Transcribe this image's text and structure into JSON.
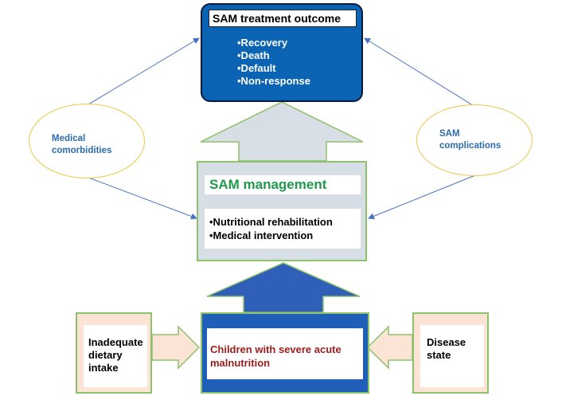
{
  "outcome": {
    "title": "SAM treatment outcome",
    "items": [
      "•Recovery",
      "•Death",
      "•Default",
      "•Non-response"
    ]
  },
  "management": {
    "title": "SAM management",
    "items": [
      "•Nutritional rehabilitation",
      "•Medical intervention"
    ]
  },
  "children": {
    "label_line1": "Children with severe acute",
    "label_line2": "malnutrition"
  },
  "left_input": {
    "line1": "Inadequate",
    "line2": "dietary",
    "line3": "intake"
  },
  "right_input": {
    "line1": "Disease",
    "line2": "state"
  },
  "left_factor": {
    "line1": "Medical",
    "line2": "comorbidities"
  },
  "right_factor": {
    "line1": "SAM",
    "line2": "complications"
  },
  "colors": {
    "outcome_fill": "#0b63b3",
    "management_fill": "#d7dee6",
    "children_fill": "#1f5fb8",
    "input_fill": "#fbe3d6",
    "green_border": "#8dc26a",
    "ellipse_border": "#f0c542",
    "factor_text": "#2b6cb0",
    "management_title": "#1e9a4a",
    "children_text": "#9b1c1c",
    "link_arrow": "#4a72c4"
  }
}
